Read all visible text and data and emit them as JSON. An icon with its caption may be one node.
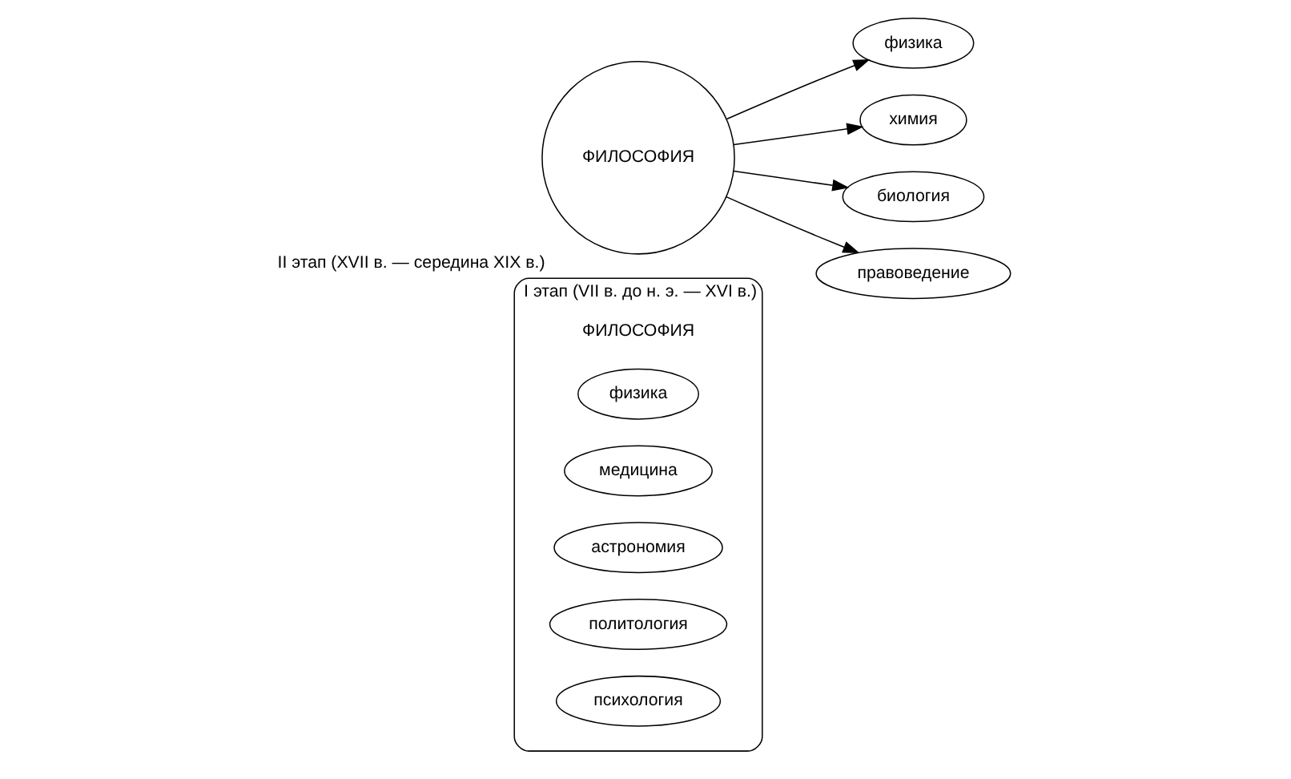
{
  "diagram": {
    "nodes": [
      {
        "text": [
          "I этап (VII в. до н. э. — XVI в.)",
          "ФИЛОСОФИЯ"
        ]
      },
      {
        "text": [
          "физика"
        ],
        "in": 0
      },
      {
        "text": [
          "медицина"
        ],
        "in": 0
      },
      {
        "text": [
          "астрономия"
        ],
        "in": 0
      },
      {
        "text": [
          "политология"
        ],
        "in": 0
      },
      {
        "text": [
          "психология"
        ],
        "in": 0
      },
      {
        "text": [
          "II этап (XVII в. — середина XIX в.)",
          "ФИЛОСОФИЯ"
        ]
      },
      {
        "text": [
          "физика"
        ]
      },
      {
        "text": [
          "химия"
        ]
      },
      {
        "text": [
          "биология"
        ]
      },
      {
        "text": [
          "правоведение"
        ]
      }
    ],
    "edges": [
      {
        "from": 6,
        "to": 7,
        "arrow": "to"
      },
      {
        "from": 6,
        "to": 8,
        "arrow": "to"
      },
      {
        "from": 6,
        "to": 9,
        "arrow": "to"
      },
      {
        "from": 6,
        "to": 10,
        "arrow": "to"
      }
    ]
  }
}
